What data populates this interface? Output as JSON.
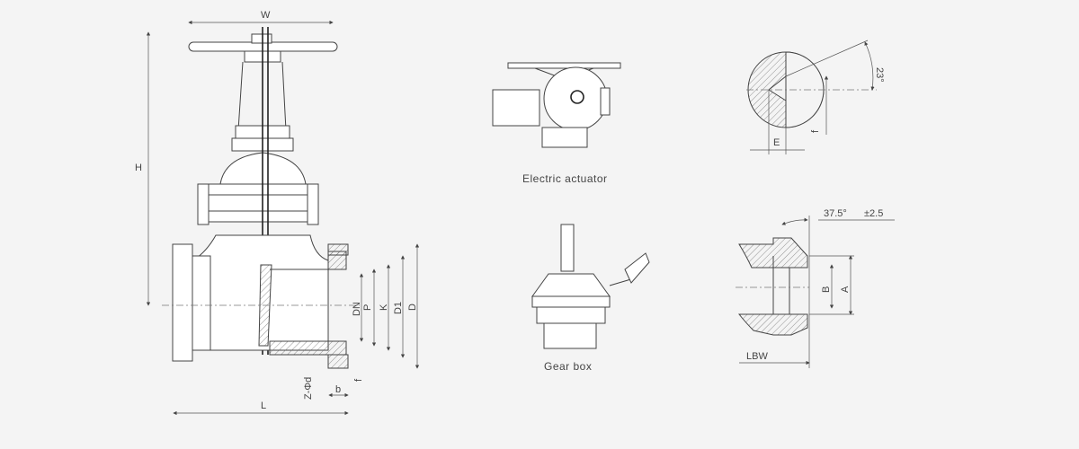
{
  "main_view": {
    "labels": {
      "W": "W",
      "H": "H",
      "L": "L",
      "DN": "DN",
      "P": "P",
      "K": "K",
      "D1": "D1",
      "D": "D",
      "Zd": "Z-Φd",
      "b": "b",
      "f": "f"
    }
  },
  "electric_actuator": {
    "caption": "Electric actuator"
  },
  "gear_box": {
    "caption": "Gear box"
  },
  "seat_detail": {
    "angle": "23°",
    "E": "E",
    "f": "f"
  },
  "weld_end_detail": {
    "angle": "37.5°",
    "tolerance": "±2.5",
    "B": "B",
    "A": "A",
    "LBW": "LBW"
  }
}
